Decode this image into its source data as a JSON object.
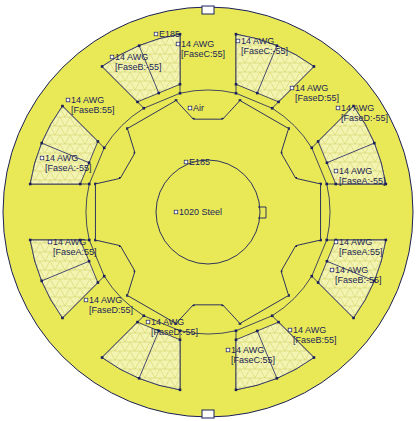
{
  "diagram": {
    "labels": [
      "E185",
      "14 AWG [FaseC:55]",
      "14 AWG [FaseC:-55]",
      "14 AWG [FaseB:-55]",
      "14 AWG [FaseD:55]",
      "14 AWG [FaseB:55]",
      "Air",
      "14 AWG [FaseD:-55]",
      "E185",
      "14 AWG [FaseA:-55]",
      "14 AWG [FaseA:-55]",
      "1020 Steel",
      "14 AWG [FaseA:55]",
      "14 AWG [FaseA:55]",
      "14 AWG [FaseB:-55]",
      "14 AWG [FaseD:55]",
      "14 AWG [FaseD:-55]",
      "14 AWG [FaseB:55]",
      "14 AWG [FaseC:55]"
    ]
  }
}
